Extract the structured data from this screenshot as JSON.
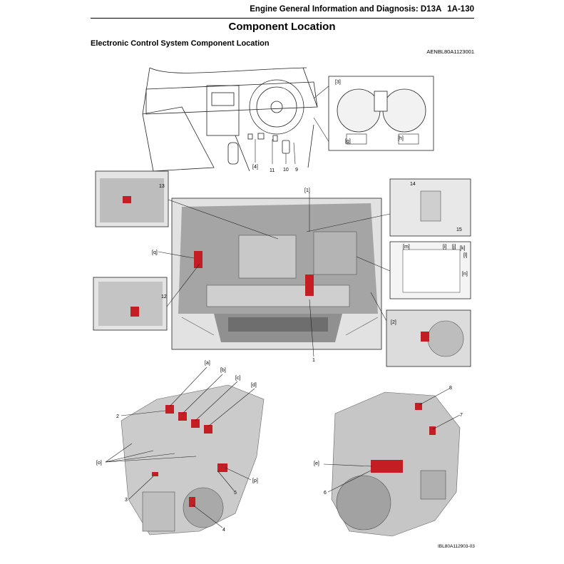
{
  "header": {
    "section": "Engine General Information and Diagnosis: D13A",
    "page": "1A-130"
  },
  "title": "Component Location",
  "subtitle": "Electronic Control System Component Location",
  "figure_codes": {
    "top": "AENBL80A1123001",
    "bottom": "IBL80A112903-03"
  },
  "callouts": {
    "c1": "1",
    "c2": "2",
    "c3": "3",
    "c4": "4",
    "c5": "5",
    "c6": "6",
    "c7": "7",
    "c8": "8",
    "c9": "9",
    "c10": "10",
    "c11": "11",
    "c12": "12",
    "c13": "13",
    "c14": "14",
    "c15": "15",
    "b1": "[1]",
    "b2": "[2]",
    "b3": "[3]",
    "b4": "[4]",
    "ba": "[a]",
    "bb": "[b]",
    "bc": "[c]",
    "bd": "[d]",
    "be": "[e]",
    "bg": "[g]",
    "bh": "[h]",
    "bi": "[i]",
    "bj": "[j]",
    "bk": "[k]",
    "bl": "[l]",
    "bm": "[m]",
    "bn": "[n]",
    "bo": "[o]",
    "bp": "[p]",
    "bq": "[q]"
  },
  "colors": {
    "highlight": "#c41e24",
    "line": "#222222",
    "fill": "#d6d6d6"
  }
}
